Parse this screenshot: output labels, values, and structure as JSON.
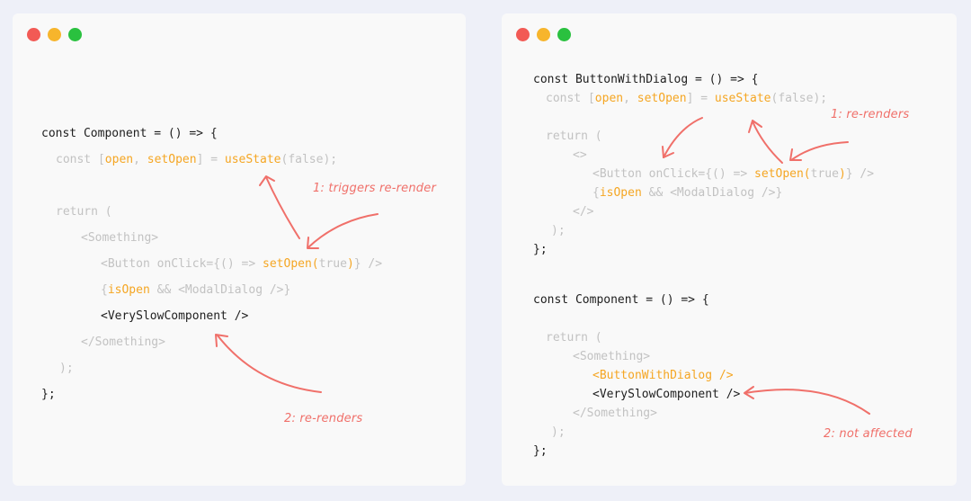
{
  "colors": {
    "background": "#eef0f8",
    "panel": "#f9f9f9",
    "dot_red": "#f25a55",
    "dot_yellow": "#f7b52c",
    "dot_green": "#2ac13f",
    "code_dim": "#c2c2c2",
    "code_dark": "#1e1e1e",
    "highlight": "#f5a623",
    "annotation": "#f0706a"
  },
  "left_panel": {
    "code": {
      "l1": "const Component = () => {",
      "l2_a": "const [",
      "l2_open": "open",
      "l2_b": ", ",
      "l2_setOpen": "setOpen",
      "l2_c": "] = ",
      "l2_useState": "useState",
      "l2_d": "(false);",
      "l3": "return (",
      "l4": "<Something>",
      "l5_a": "<Button onClick={() => ",
      "l5_setOpen": "setOpen(",
      "l5_b": "true",
      "l5_c": ")",
      "l5_d": "} />",
      "l6_a": "{",
      "l6_isOpen": "isOpen",
      "l6_b": " && <ModalDialog />}",
      "l7": "<VerySlowComponent />",
      "l8": "</Something>",
      "l9": ");",
      "l10": "};"
    },
    "annotations": {
      "a1": "1: triggers re-render",
      "a2": "2: re-renders"
    }
  },
  "right_panel": {
    "code": {
      "l1": "const ButtonWithDialog = () => {",
      "l2_a": "const [",
      "l2_open": "open",
      "l2_b": ", ",
      "l2_setOpen": "setOpen",
      "l2_c": "] = ",
      "l2_useState": "useState",
      "l2_d": "(false);",
      "l3": "return (",
      "l4": "<>",
      "l5_a": "<Button onClick={() => ",
      "l5_setOpen": "setOpen(",
      "l5_b": "true",
      "l5_c": ")",
      "l5_d": "} />",
      "l6_a": "{",
      "l6_isOpen": "isOpen",
      "l6_b": " && <ModalDialog />}",
      "l7": "</>",
      "l8": ");",
      "l9": "};",
      "m1": "const Component = () => {",
      "m2": "return (",
      "m3": "<Something>",
      "m4": "<ButtonWithDialog />",
      "m5": "<VerySlowComponent />",
      "m6": "</Something>",
      "m7": ");",
      "m8": "};"
    },
    "annotations": {
      "a1": "1: re-renders",
      "a2": "2: not affected"
    }
  }
}
